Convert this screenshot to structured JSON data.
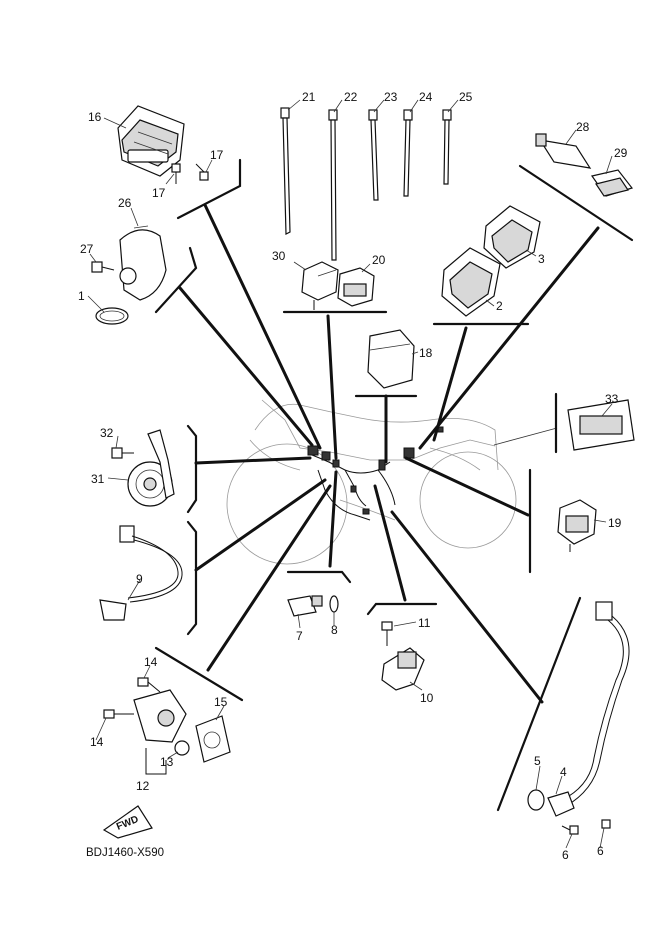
{
  "diagram": {
    "part_code": "BDJ1460-X590",
    "fwd_label": "FWD",
    "callouts": {
      "c1": "1",
      "c2": "2",
      "c3": "3",
      "c4": "4",
      "c5": "5",
      "c6a": "6",
      "c6b": "6",
      "c7": "7",
      "c8": "8",
      "c9": "9",
      "c10": "10",
      "c11": "11",
      "c12": "12",
      "c13": "13",
      "c14a": "14",
      "c14b": "14",
      "c15": "15",
      "c16": "16",
      "c17a": "17",
      "c17b": "17",
      "c18": "18",
      "c19": "19",
      "c20": "20",
      "c21": "21",
      "c22": "22",
      "c23": "23",
      "c24": "24",
      "c25": "25",
      "c26": "26",
      "c27": "27",
      "c28": "28",
      "c29": "29",
      "c30": "30",
      "c31": "31",
      "c32": "32",
      "c33": "33"
    }
  }
}
